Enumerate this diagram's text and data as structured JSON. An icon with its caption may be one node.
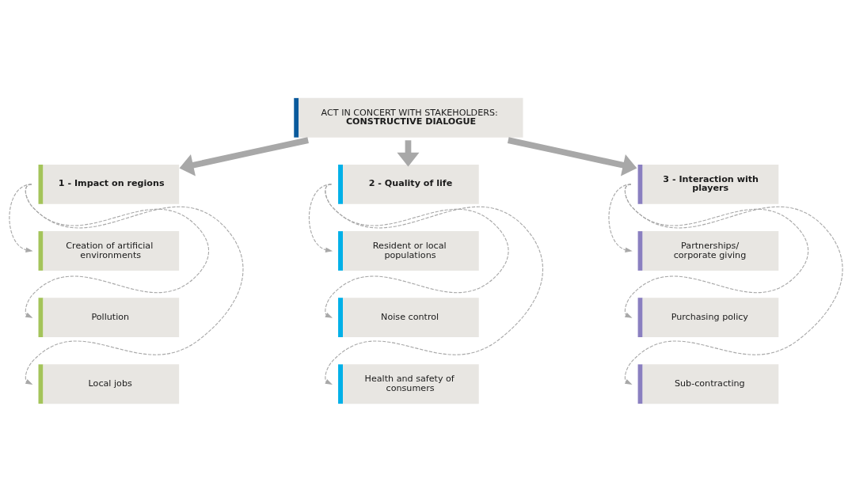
{
  "diagram": {
    "nodes": [
      {
        "text": [
          "ACT IN CONCERT WITH STAKEHOLDERS:",
          "CONSTRUCTIVE DIALOGUE"
        ]
      },
      {
        "text": [
          "1 - Impact on regions"
        ]
      },
      {
        "text": [
          "Creation of artificial environments"
        ]
      },
      {
        "text": [
          "Pollution"
        ]
      },
      {
        "text": [
          "Local jobs"
        ]
      },
      {
        "text": [
          "2 - Quality of life"
        ]
      },
      {
        "text": [
          "Resident or local populations"
        ]
      },
      {
        "text": [
          "Noise control"
        ]
      },
      {
        "text": [
          "Health and safety of consumers"
        ]
      },
      {
        "text": [
          "3 - Interaction with players"
        ]
      },
      {
        "text": [
          "Partnerships/ corporate giving"
        ]
      },
      {
        "text": [
          "Purchasing policy"
        ]
      },
      {
        "text": [
          "Sub-contracting"
        ]
      }
    ],
    "edges": [
      {
        "from": 0,
        "to": 1,
        "arrow": "to",
        "style": "thick"
      },
      {
        "from": 0,
        "to": 5,
        "arrow": "to",
        "style": "thick"
      },
      {
        "from": 0,
        "to": 9,
        "arrow": "to",
        "style": "thick"
      },
      {
        "from": 1,
        "to": 2,
        "arrow": "to",
        "style": "dashed"
      },
      {
        "from": 1,
        "to": 3,
        "arrow": "to",
        "style": "dashed"
      },
      {
        "from": 1,
        "to": 4,
        "arrow": "to",
        "style": "dashed"
      },
      {
        "from": 5,
        "to": 6,
        "arrow": "to",
        "style": "dashed"
      },
      {
        "from": 5,
        "to": 7,
        "arrow": "to",
        "style": "dashed"
      },
      {
        "from": 5,
        "to": 8,
        "arrow": "to",
        "style": "dashed"
      },
      {
        "from": 9,
        "to": 10,
        "arrow": "to",
        "style": "dashed"
      },
      {
        "from": 9,
        "to": 11,
        "arrow": "to",
        "style": "dashed"
      },
      {
        "from": 9,
        "to": 12,
        "arrow": "to",
        "style": "dashed"
      }
    ]
  }
}
